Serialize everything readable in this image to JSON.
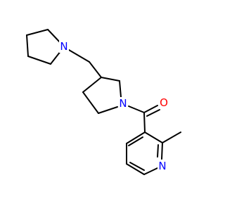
{
  "molecule": {
    "atoms": {
      "n_pyrrolidine_top": {
        "label": "N",
        "color": "#0000ff"
      },
      "n_pyrrolidine_mid": {
        "label": "N",
        "color": "#0000ff"
      },
      "o_carbonyl": {
        "label": "O",
        "color": "#ff0000"
      },
      "n_pyridine": {
        "label": "N",
        "color": "#0000ff"
      }
    },
    "bond_color": "#000000",
    "background": "#ffffff"
  }
}
